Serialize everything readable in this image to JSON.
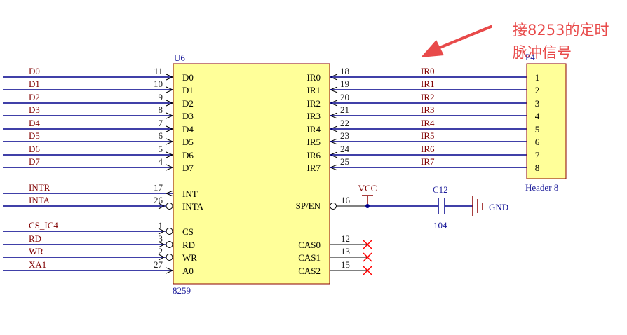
{
  "annotation": {
    "line1": "接8253的定时",
    "line2": "脉冲信号",
    "color": "#e84a4a"
  },
  "chip": {
    "designator": "U6",
    "part": "8259",
    "fill": "#ffff99",
    "left_pins": [
      {
        "net": "D0",
        "num": "11",
        "label": "D0",
        "dir": "in"
      },
      {
        "net": "D1",
        "num": "10",
        "label": "D1",
        "dir": "in"
      },
      {
        "net": "D2",
        "num": "9",
        "label": "D2",
        "dir": "in"
      },
      {
        "net": "D3",
        "num": "8",
        "label": "D3",
        "dir": "in"
      },
      {
        "net": "D4",
        "num": "7",
        "label": "D4",
        "dir": "in"
      },
      {
        "net": "D5",
        "num": "6",
        "label": "D5",
        "dir": "in"
      },
      {
        "net": "D6",
        "num": "5",
        "label": "D6",
        "dir": "in"
      },
      {
        "net": "D7",
        "num": "4",
        "label": "D7",
        "dir": "in"
      },
      {
        "net": "INTR",
        "num": "17",
        "label": "INT",
        "dir": "out"
      },
      {
        "net": "INTA",
        "num": "26",
        "label": "INTA",
        "dir": "inv"
      },
      {
        "net": "CS_IC4",
        "num": "1",
        "label": "CS",
        "dir": "inv"
      },
      {
        "net": "RD",
        "num": "3",
        "label": "RD",
        "dir": "inv"
      },
      {
        "net": "WR",
        "num": "2",
        "label": "WR",
        "dir": "inv"
      },
      {
        "net": "XA1",
        "num": "27",
        "label": "A0",
        "dir": "in"
      }
    ],
    "right_pins": [
      {
        "label": "IR0",
        "num": "18",
        "net": "IR0"
      },
      {
        "label": "IR1",
        "num": "19",
        "net": "IR1"
      },
      {
        "label": "IR2",
        "num": "20",
        "net": "IR2"
      },
      {
        "label": "IR3",
        "num": "21",
        "net": "IR3"
      },
      {
        "label": "IR4",
        "num": "22",
        "net": "IR4"
      },
      {
        "label": "IR5",
        "num": "23",
        "net": "IR5"
      },
      {
        "label": "IR6",
        "num": "24",
        "net": "IR6"
      },
      {
        "label": "IR7",
        "num": "25",
        "net": "IR7"
      }
    ],
    "sp_pin": {
      "label": "SP/EN",
      "num": "16"
    },
    "cas_pins": [
      {
        "label": "CAS0",
        "num": "12"
      },
      {
        "label": "CAS1",
        "num": "13"
      },
      {
        "label": "CAS2",
        "num": "15"
      }
    ]
  },
  "header": {
    "designator": "P4",
    "part": "Header 8",
    "pins": [
      "1",
      "2",
      "3",
      "4",
      "5",
      "6",
      "7",
      "8"
    ]
  },
  "power": {
    "vcc": "VCC",
    "cap": "C12",
    "cap_value": "104",
    "gnd": "GND"
  },
  "colors": {
    "wire": "#00008b",
    "net_label": "#800000",
    "pin_num": "#222222",
    "outline": "#8b0000",
    "nc_mark": "#ff0000",
    "comp_label": "#1a1a99"
  }
}
